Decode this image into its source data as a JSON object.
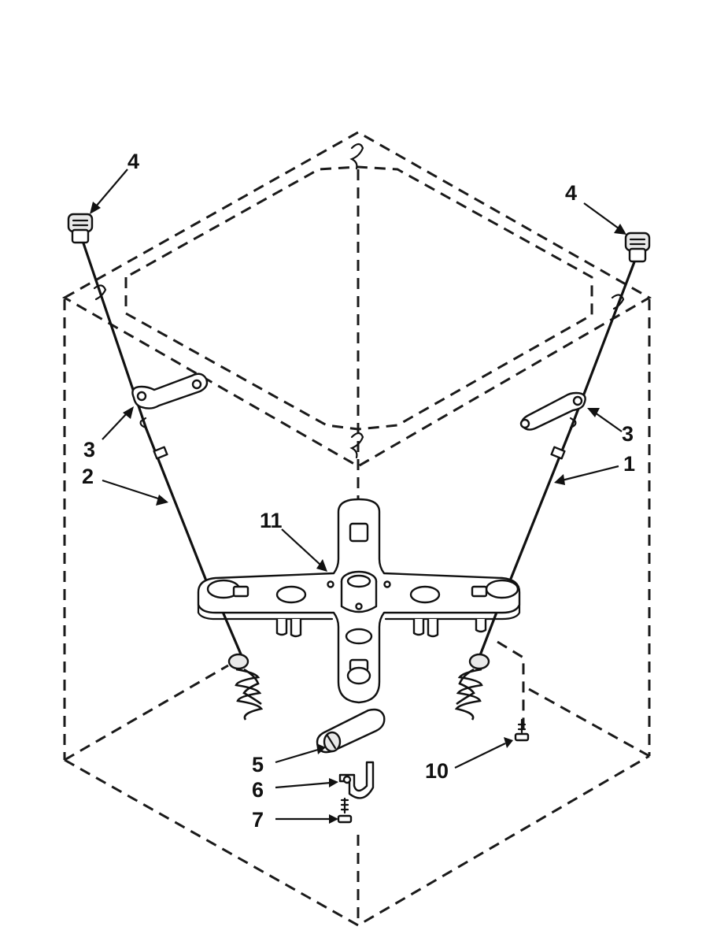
{
  "callouts": {
    "c4_left": "4",
    "c4_right": "4",
    "c3_left": "3",
    "c3_right": "3",
    "c2": "2",
    "c1": "1",
    "c11": "11",
    "c5": "5",
    "c6": "6",
    "c7": "7",
    "c10": "10"
  },
  "icons": {
    "cabinet": "dashed-cabinet-outline",
    "base": "cross-suspension-base",
    "rods": "suspension-rod",
    "springs": "suspension-spring",
    "pivots": "pivot-ball-cap",
    "brackets": "rod-bracket"
  }
}
